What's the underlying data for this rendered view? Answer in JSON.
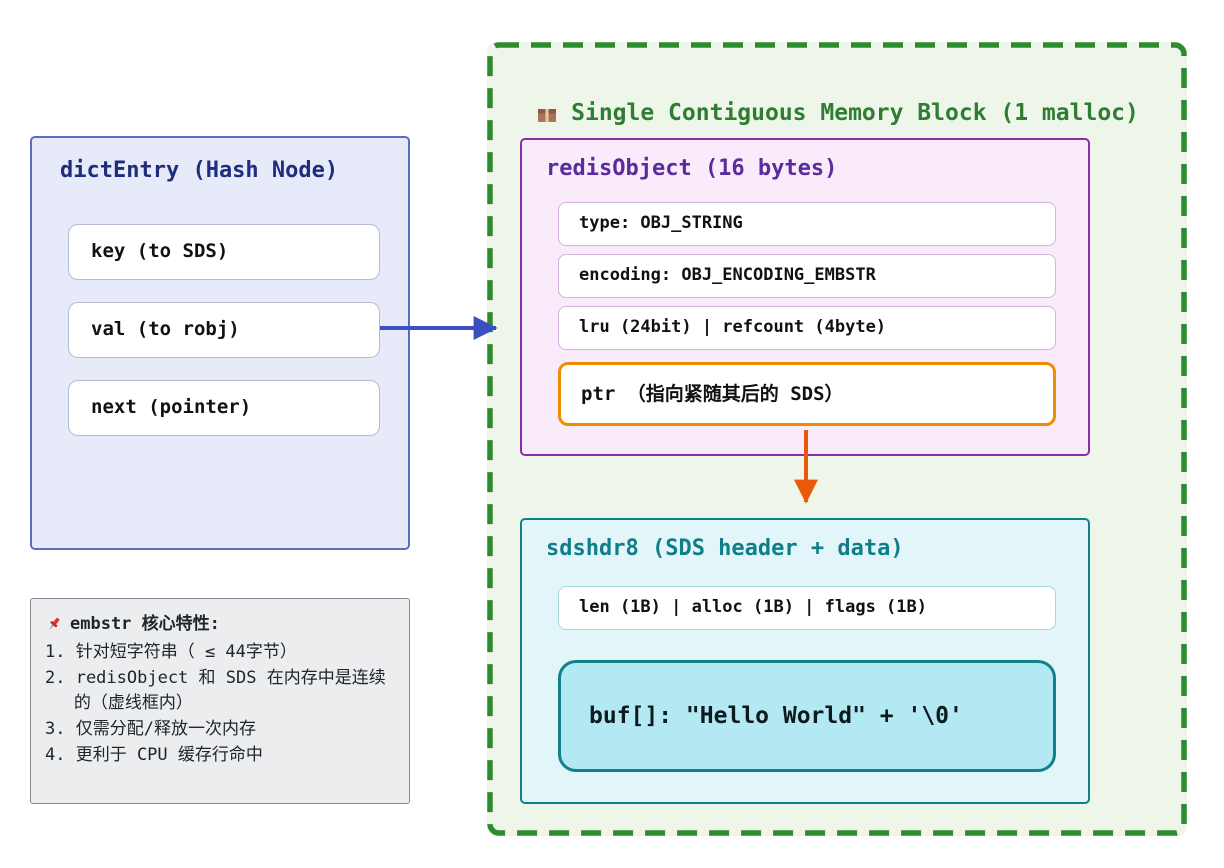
{
  "dict_entry": {
    "title": "dictEntry (Hash Node)",
    "fields": [
      "key (to SDS)",
      "val (to robj)",
      "next (pointer)"
    ]
  },
  "notes": {
    "title": "embstr 核心特性:",
    "items": [
      "1. 针对短字符串（ ≤ 44字节）",
      "2. redisObject 和 SDS 在内存中是连续的（虚线框内）",
      "3. 仅需分配/释放一次内存",
      "4. 更利于 CPU 缓存行命中"
    ]
  },
  "memory_block": {
    "title": "Single Contiguous Memory Block (1 malloc)",
    "icon": "package-icon",
    "redis_object": {
      "title": "redisObject (16 bytes)",
      "fields": [
        "type: OBJ_STRING",
        "encoding: OBJ_ENCODING_EMBSTR",
        "lru (24bit) | refcount (4byte)"
      ],
      "ptr_field": "ptr （指向紧随其后的 SDS）"
    },
    "sdshdr": {
      "title": "sdshdr8 (SDS header + data)",
      "header_field": "len (1B) | alloc (1B) | flags (1B)",
      "buf_field": "buf[]: \"Hello World\" + '\\0'"
    }
  },
  "connections": [
    {
      "from": "val (to robj)",
      "to": "redisObject",
      "color": "#3b4fc0"
    },
    {
      "from": "ptr",
      "to": "sdshdr8",
      "color": "#e8590c"
    }
  ],
  "colors": {
    "dict_border": "#5c6cc0",
    "dict_bg": "#e7eaf8",
    "dict_title": "#1f2d7e",
    "note_bg": "#ebedef",
    "memory_border_green": "#2e8b2e",
    "memory_bg": "#eef6e9",
    "redis_border_purple": "#8b2fa8",
    "redis_title_purple": "#5b2a9d",
    "ptr_border_orange": "#f08c00",
    "sds_border_teal": "#11808a",
    "buf_bg_cyan": "#b2e9f2",
    "arrow_blue": "#3b4fc0",
    "arrow_orange": "#e8590c",
    "pin_red": "#e03131"
  }
}
